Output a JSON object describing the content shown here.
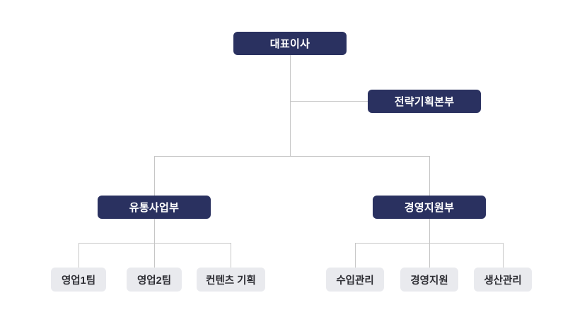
{
  "org_chart": {
    "root": {
      "label": "대표이사"
    },
    "staff_unit": {
      "label": "전략기획본부"
    },
    "departments": [
      {
        "label": "유통사업부",
        "children": [
          {
            "label": "영업1팀"
          },
          {
            "label": "영업2팀"
          },
          {
            "label": "컨텐츠 기획"
          }
        ]
      },
      {
        "label": "경영지원부",
        "children": [
          {
            "label": "수입관리"
          },
          {
            "label": "경영지원"
          },
          {
            "label": "생산관리"
          }
        ]
      }
    ],
    "colors": {
      "node_primary_bg": "#2a3160",
      "node_primary_text": "#ffffff",
      "node_leaf_bg": "#e9eaee",
      "node_leaf_text": "#2d2d33",
      "connector": "#c6c6c6",
      "background": "#ffffff"
    }
  }
}
